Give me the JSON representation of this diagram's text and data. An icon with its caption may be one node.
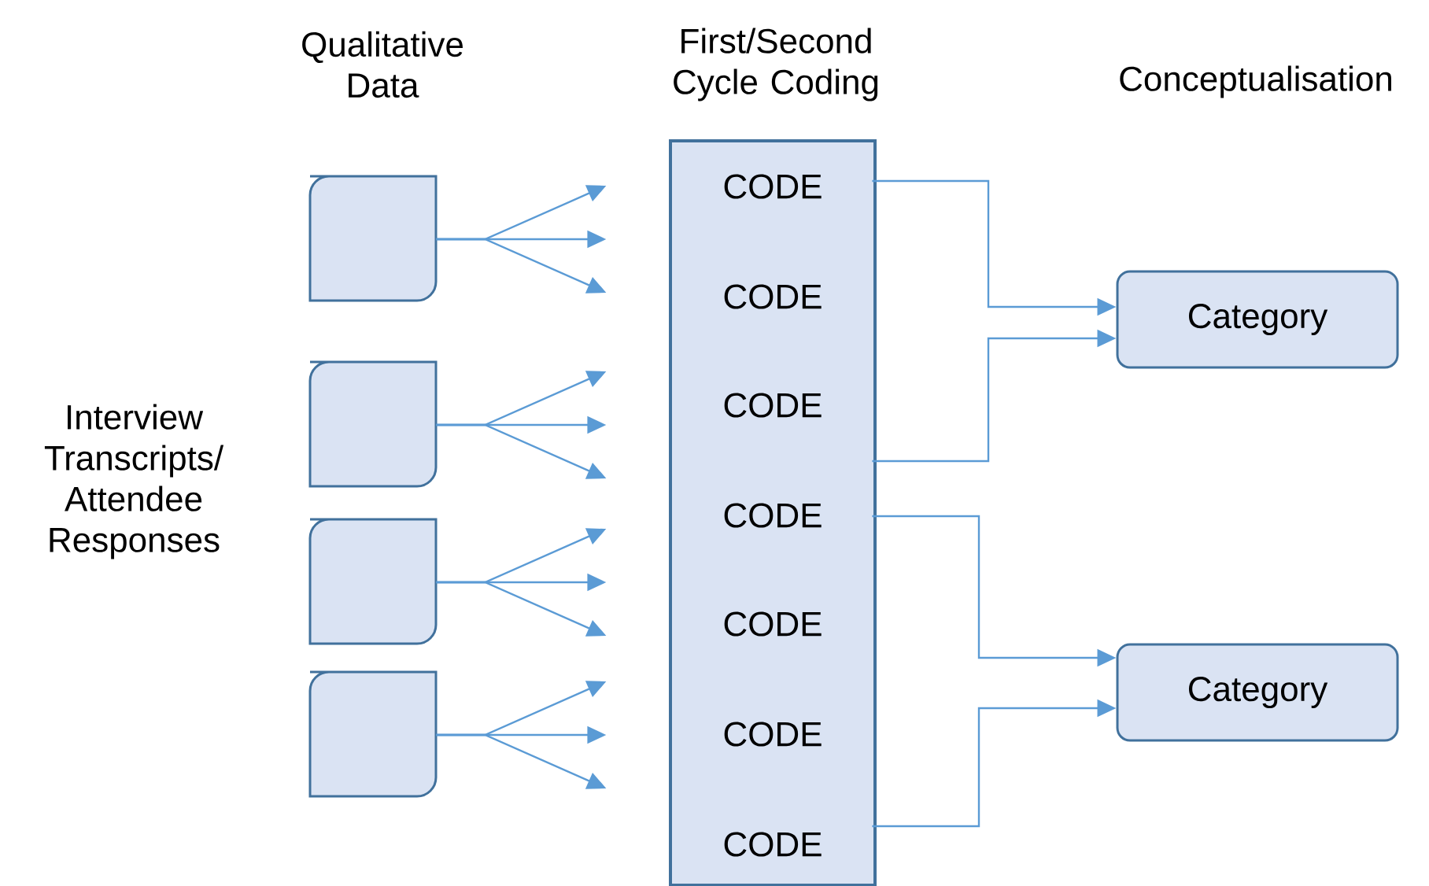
{
  "diagram": {
    "nodes": [
      {
        "text": [],
        "shape": "box"
      },
      {
        "text": [],
        "shape": "box"
      },
      {
        "text": [],
        "shape": "box"
      },
      {
        "text": [],
        "shape": "box"
      },
      {
        "text": [],
        "shape": "box"
      },
      {
        "text": [
          "CODE"
        ],
        "in": 4
      },
      {
        "text": [
          "CODE"
        ],
        "in": 4
      },
      {
        "text": [
          "CODE"
        ],
        "in": 4
      },
      {
        "text": [
          "CODE"
        ],
        "in": 4
      },
      {
        "text": [
          "CODE"
        ],
        "in": 4
      },
      {
        "text": [
          "CODE"
        ],
        "in": 4
      },
      {
        "text": [
          "CODE"
        ],
        "in": 4
      },
      {
        "text": [
          "Category"
        ]
      },
      {
        "text": [
          "Category"
        ]
      }
    ],
    "edges": [
      {
        "from": 0,
        "to": null,
        "arrow": "to"
      },
      {
        "from": 0,
        "to": null,
        "arrow": "to"
      },
      {
        "from": 0,
        "to": null,
        "arrow": "to"
      },
      {
        "from": 1,
        "to": null,
        "arrow": "to"
      },
      {
        "from": 1,
        "to": null,
        "arrow": "to"
      },
      {
        "from": 1,
        "to": null,
        "arrow": "to"
      },
      {
        "from": 2,
        "to": null,
        "arrow": "to"
      },
      {
        "from": 2,
        "to": null,
        "arrow": "to"
      },
      {
        "from": 2,
        "to": null,
        "arrow": "to"
      },
      {
        "from": 3,
        "to": null,
        "arrow": "to"
      },
      {
        "from": 3,
        "to": null,
        "arrow": "to"
      },
      {
        "from": 3,
        "to": null,
        "arrow": "to"
      },
      {
        "from": 5,
        "to": 12,
        "arrow": "to"
      },
      {
        "from": 7,
        "to": 12,
        "arrow": "to"
      },
      {
        "from": 8,
        "to": 13,
        "arrow": "to"
      },
      {
        "from": 11,
        "to": 13,
        "arrow": "to"
      }
    ],
    "labels": [
      "Qualitative Data",
      "First/Second Cycle Coding",
      "Conceptualisation",
      "Interview Transcripts/ Attendee Responses"
    ]
  }
}
